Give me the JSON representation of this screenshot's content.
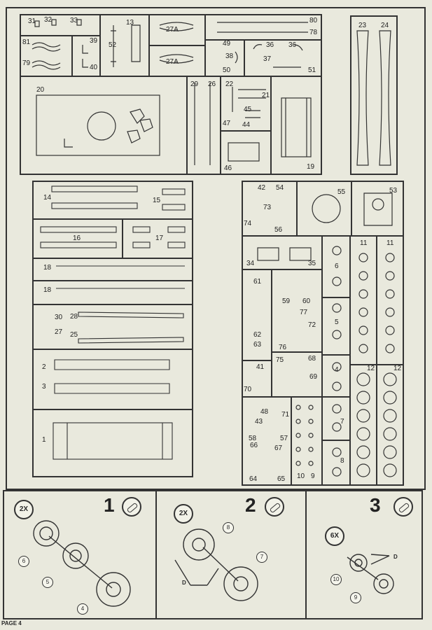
{
  "page": {
    "label": "PAGE 4"
  },
  "sprues": {
    "upper_left": [
      "31",
      "32",
      "33",
      "81",
      "79",
      "39",
      "40",
      "52",
      "13",
      "27A",
      "27A",
      "80",
      "78",
      "49",
      "38",
      "50",
      "36",
      "36",
      "37",
      "51",
      "20",
      "29",
      "26",
      "22",
      "21",
      "45",
      "47",
      "44",
      "46",
      "19"
    ],
    "right_tall": [
      "23",
      "24"
    ],
    "middle_left": [
      "14",
      "15",
      "16",
      "17",
      "18",
      "18",
      "30",
      "28",
      "27",
      "25",
      "2",
      "3",
      "1"
    ],
    "middle_right": [
      "42",
      "54",
      "73",
      "74",
      "56",
      "55",
      "53",
      "34",
      "35",
      "6",
      "11",
      "11",
      "61",
      "59",
      "60",
      "77",
      "62",
      "63",
      "76",
      "72",
      "5",
      "41",
      "75",
      "68",
      "69",
      "70",
      "4",
      "12",
      "12",
      "48",
      "71",
      "43",
      "58",
      "57",
      "66",
      "67",
      "64",
      "65",
      "10",
      "9",
      "7",
      "8"
    ]
  },
  "steps": [
    {
      "number": "1",
      "multiplier": "2X",
      "callouts": [
        "6",
        "5",
        "4"
      ]
    },
    {
      "number": "2",
      "multiplier": "2X",
      "callouts": [
        "8",
        "7"
      ],
      "flag": "D"
    },
    {
      "number": "3",
      "multiplier": "6X",
      "callouts": [
        "10",
        "9"
      ],
      "flag": "D"
    }
  ]
}
